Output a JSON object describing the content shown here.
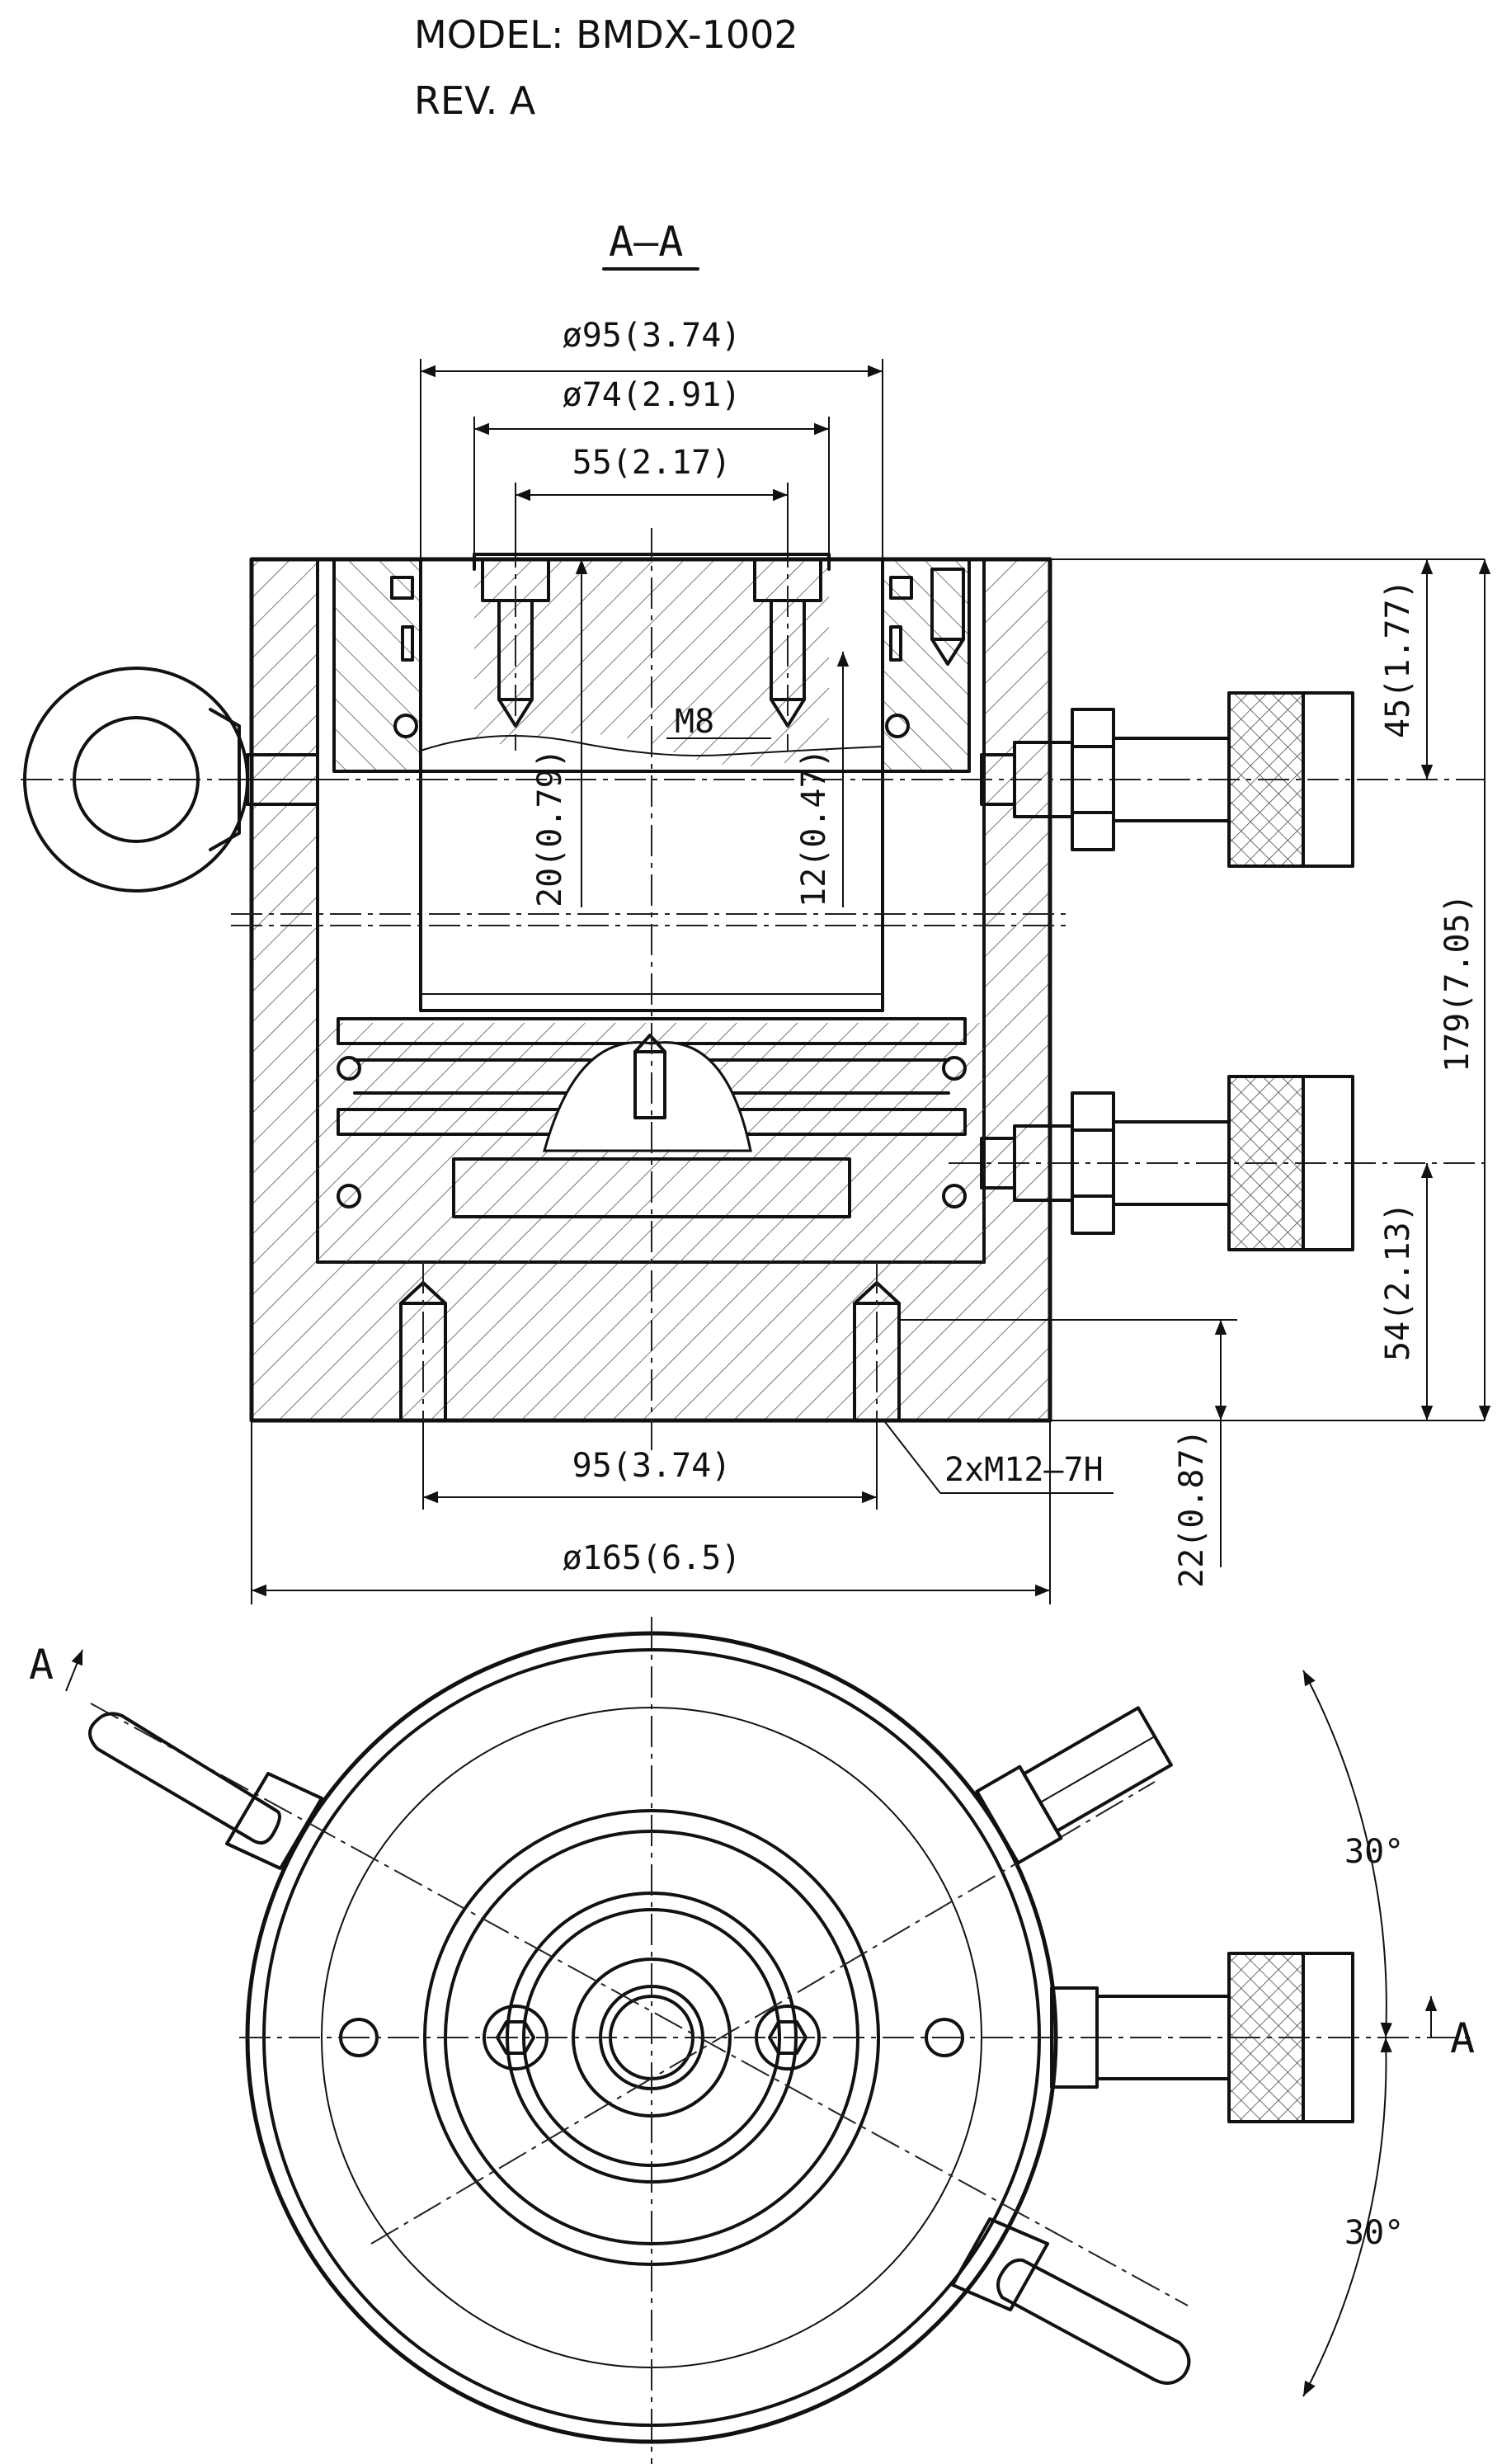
{
  "header": {
    "model": "MODEL: BMDX-1002",
    "revision": "REV. A"
  },
  "section_view": {
    "title": "A–A",
    "dimensions": {
      "outer_bore_dia": "ø95(3.74)",
      "inner_bore_dia": "ø74(2.91)",
      "bolt_spacing": "55(2.17)",
      "thread_label": "M8",
      "thread_depth_20": "20(0.79)",
      "thread_depth_12": "12(0.47)",
      "port_top_height": "45(1.77)",
      "overall_height": "179(7.05)",
      "port_bottom_height": "54(2.13)",
      "base_hole_depth": "22(0.87)",
      "base_hole_spacing": "95(3.74)",
      "base_thread_callout": "2xM12–7H",
      "outer_dia": "ø165(6.5)"
    }
  },
  "plan_view": {
    "section_mark_left": "A",
    "section_mark_right": "A",
    "angle_upper": "30°",
    "angle_lower": "30°"
  }
}
